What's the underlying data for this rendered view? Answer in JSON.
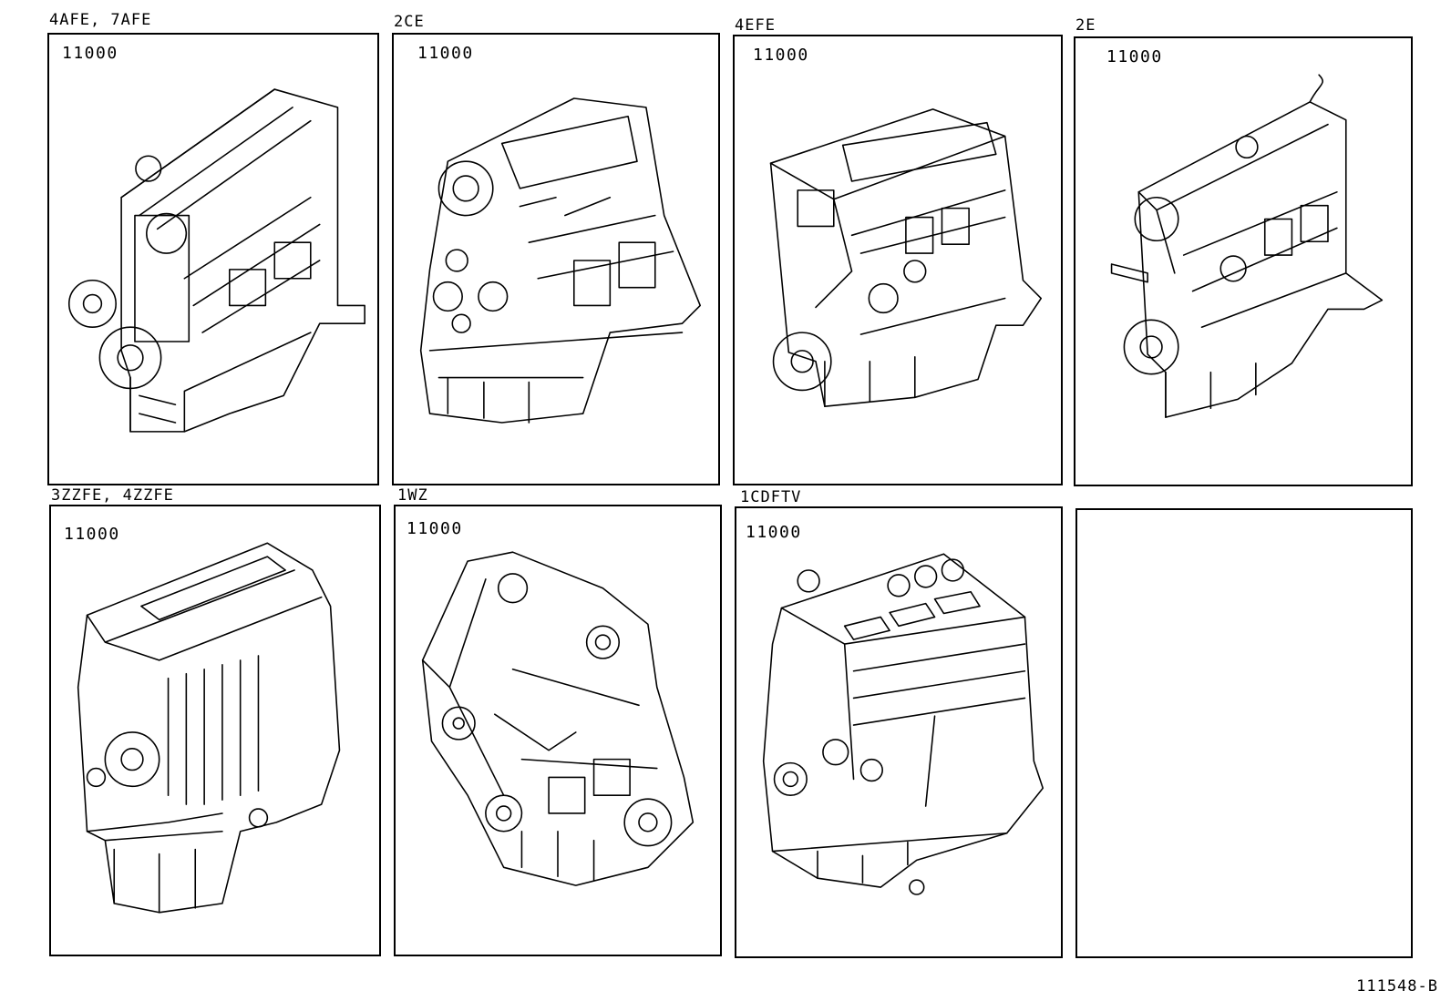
{
  "panels": [
    {
      "label": "4AFE, 7AFE",
      "part": "11000"
    },
    {
      "label": "2CE",
      "part": "11000"
    },
    {
      "label": "4EFE",
      "part": "11000"
    },
    {
      "label": "2E",
      "part": "11000"
    },
    {
      "label": "3ZZFE, 4ZZFE",
      "part": "11000"
    },
    {
      "label": "1WZ",
      "part": "11000"
    },
    {
      "label": "1CDFTV",
      "part": "11000"
    },
    {
      "label": "",
      "part": ""
    }
  ],
  "reference_code": "111548-B"
}
